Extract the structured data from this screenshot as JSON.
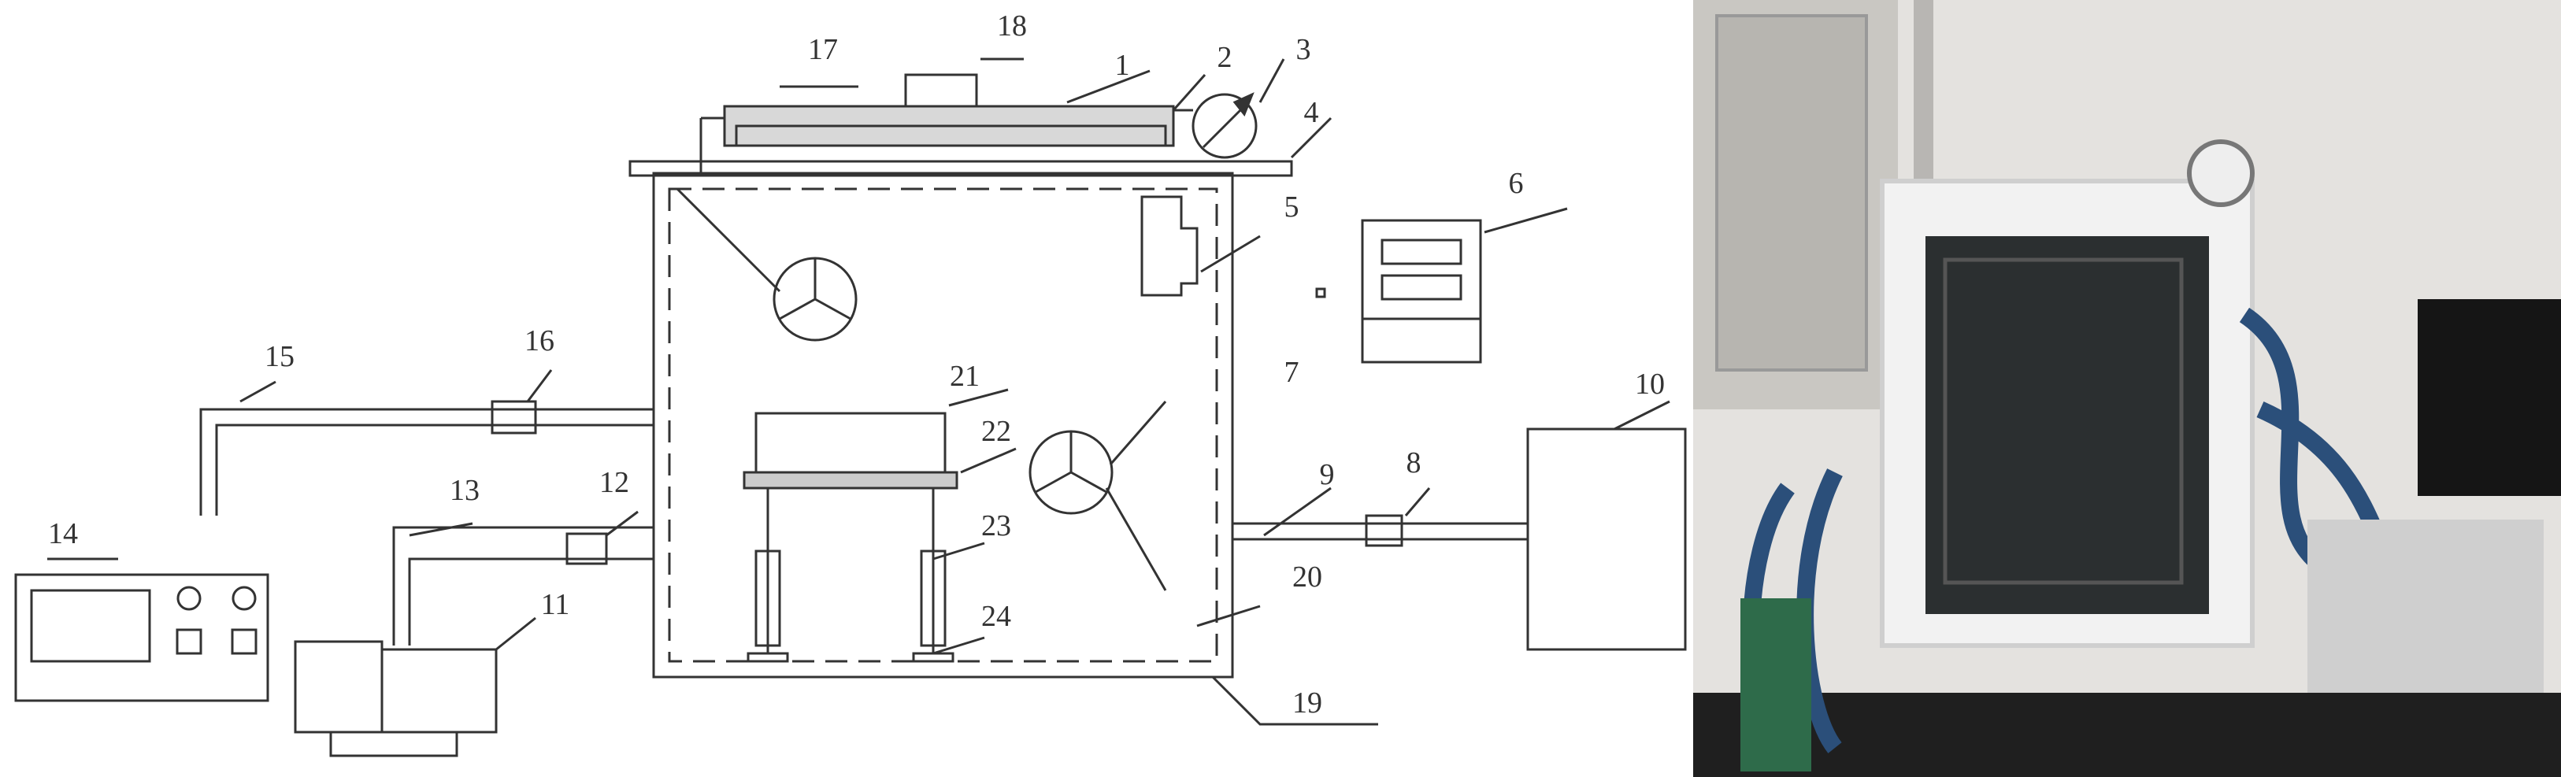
{
  "schematic": {
    "labels": [
      "1",
      "2",
      "3",
      "4",
      "5",
      "6",
      "7",
      "8",
      "9",
      "10",
      "11",
      "12",
      "13",
      "14",
      "15",
      "16",
      "17",
      "18",
      "19",
      "20",
      "21",
      "22",
      "23",
      "24"
    ]
  }
}
